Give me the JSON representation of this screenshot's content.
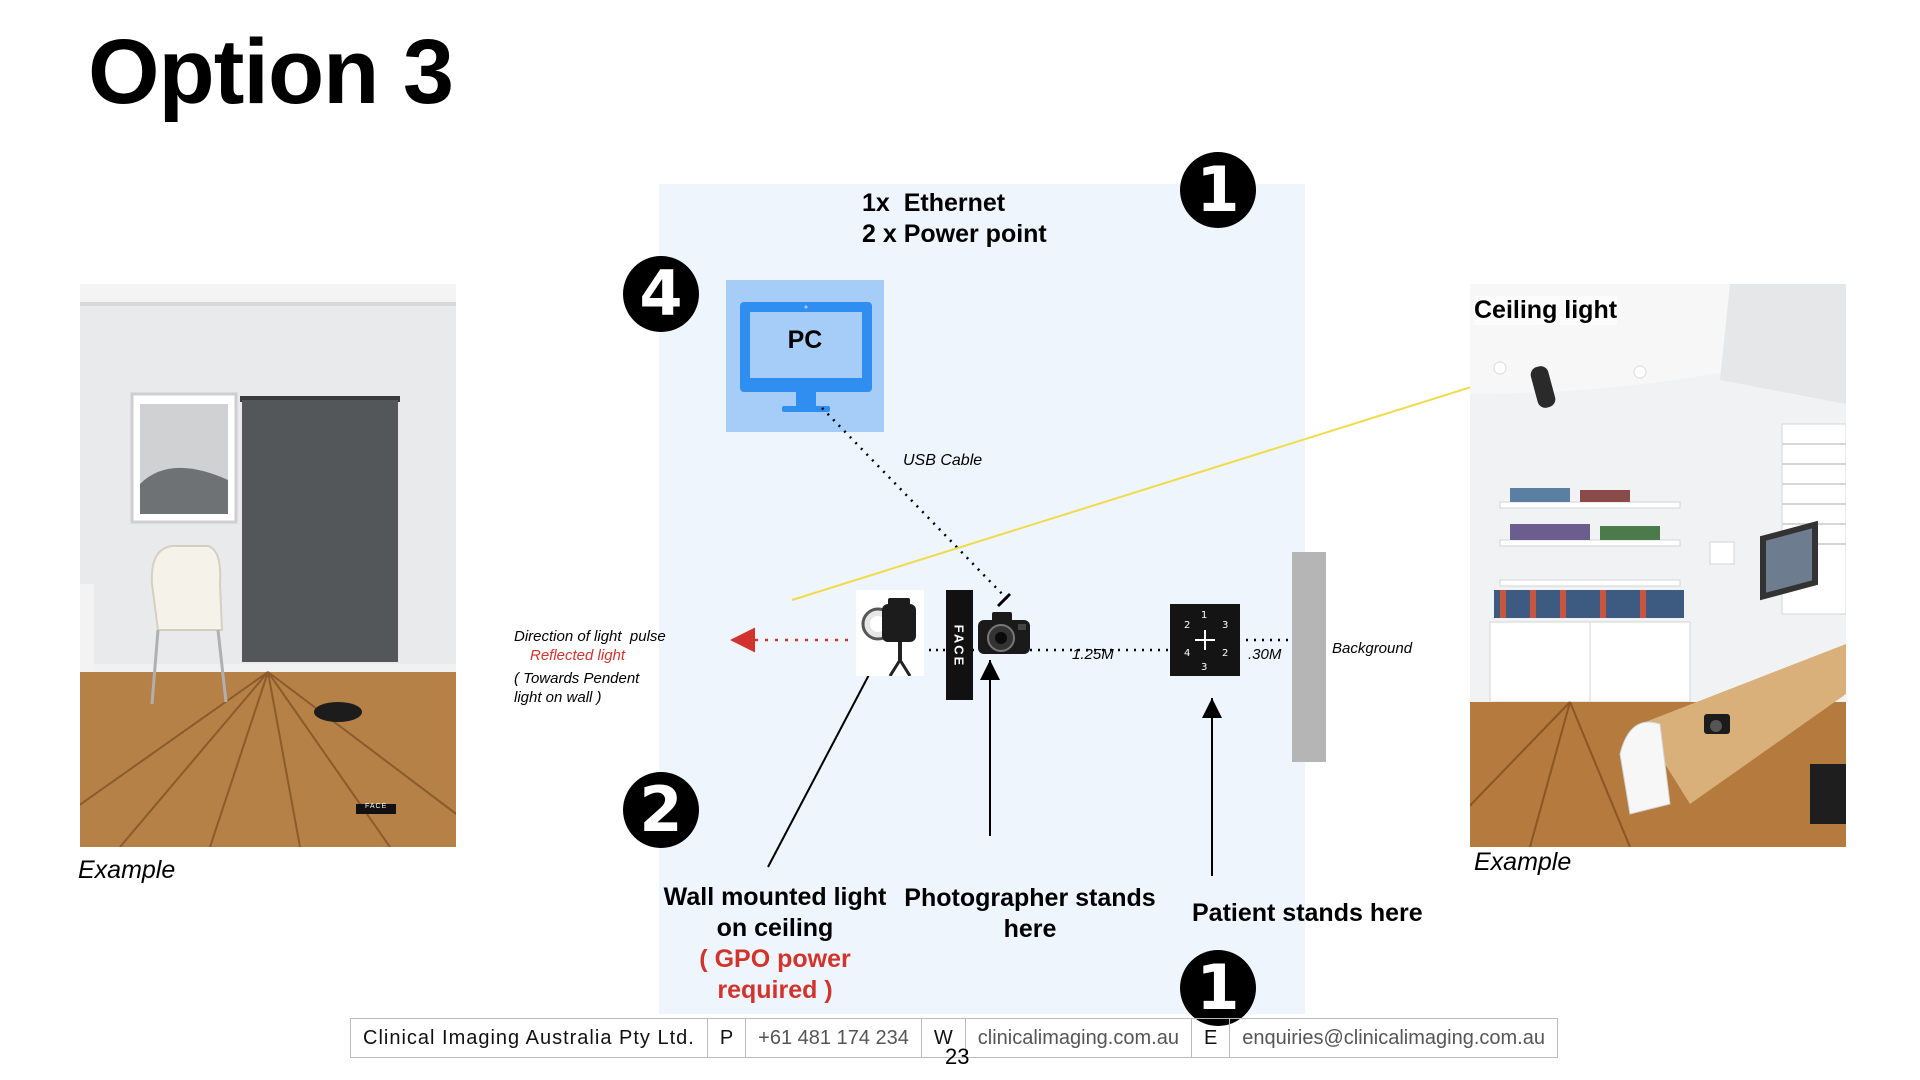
{
  "slide": {
    "title": "Option 3",
    "page_number": "23"
  },
  "markers": {
    "top": "1",
    "left_top": "4",
    "left_bottom": "2",
    "bottom": "1"
  },
  "network": {
    "line1": "1x  Ethernet",
    "line2": "2 x Power point"
  },
  "pc": {
    "label": "PC",
    "cable_label": "USB Cable"
  },
  "light_direction": {
    "line1": "Direction of light  pulse",
    "line2": "Reflected light",
    "line3": "( Towards Pendent",
    "line4": "light on wall )"
  },
  "equipment": {
    "face_label": "FACE"
  },
  "distances": {
    "camera_to_patient": "1.25M",
    "patient_to_background": ".30M"
  },
  "background_label": "Background",
  "callouts": {
    "light_line1": "Wall mounted light",
    "light_line2": "on ceiling",
    "light_line3": "( GPO power",
    "light_line4": "required )",
    "photographer_line1": "Photographer stands",
    "photographer_line2": "here",
    "patient": "Patient stands here"
  },
  "photos": {
    "left_caption": "Example",
    "right_caption": "Example",
    "right_overlay": "Ceiling light",
    "floor_marker_text": "FACE"
  },
  "footer": {
    "company": "Clinical Imaging Australia Pty Ltd.",
    "phone_key": "P",
    "phone": "+61 481 174 234",
    "web_key": "W",
    "web": "clinicalimaging.com.au",
    "email_key": "E",
    "email": "enquiries@clinicalimaging.com.au"
  },
  "colors": {
    "room_bg": "#eef5fd",
    "pc_bg": "#a5cdf7",
    "monitor_blue": "#2f8ef0",
    "reflected_red": "#d0342c",
    "ceiling_arrow_yellow": "#f0dc4a",
    "background_panel": "#b5b5b5"
  }
}
